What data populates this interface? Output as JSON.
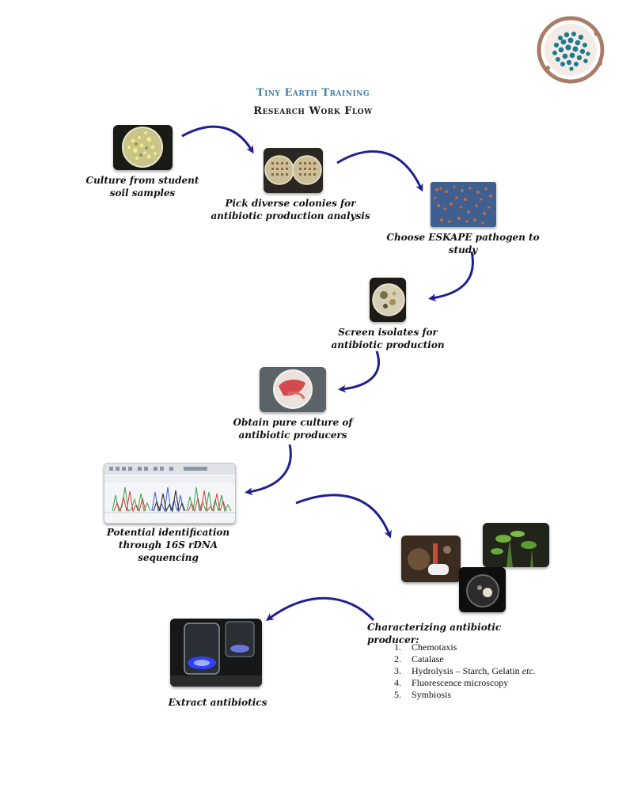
{
  "header": {
    "title": "Tiny Earth Training",
    "subtitle": "Research Work Flow"
  },
  "colors": {
    "arrow": "#1f1f8f",
    "title_blue": "#3d7fb5",
    "logo_teal": "#1f7a8c",
    "logo_brown": "#a97c68"
  },
  "steps": [
    {
      "label": "Culture from student soil samples"
    },
    {
      "label": "Pick diverse colonies for antibiotic production analysis"
    },
    {
      "label": "Choose ESKAPE pathogen to study"
    },
    {
      "label": "Screen isolates for antibiotic production"
    },
    {
      "label": "Obtain pure culture of antibiotic producers"
    },
    {
      "label": "Potential identification through 16S rDNA sequencing"
    },
    {
      "label": "Characterizing antibiotic producer:"
    },
    {
      "label": "Extract antibiotics"
    }
  ],
  "characterization_list": [
    {
      "num": "1.",
      "text": "Chemotaxis"
    },
    {
      "num": "2.",
      "text": "Catalase"
    },
    {
      "num": "3.",
      "text": "Hydrolysis – Starch, Gelatin",
      "suffix": "etc."
    },
    {
      "num": "4.",
      "text": "Fluorescence microscopy"
    },
    {
      "num": "5.",
      "text": "Symbiosis"
    }
  ]
}
